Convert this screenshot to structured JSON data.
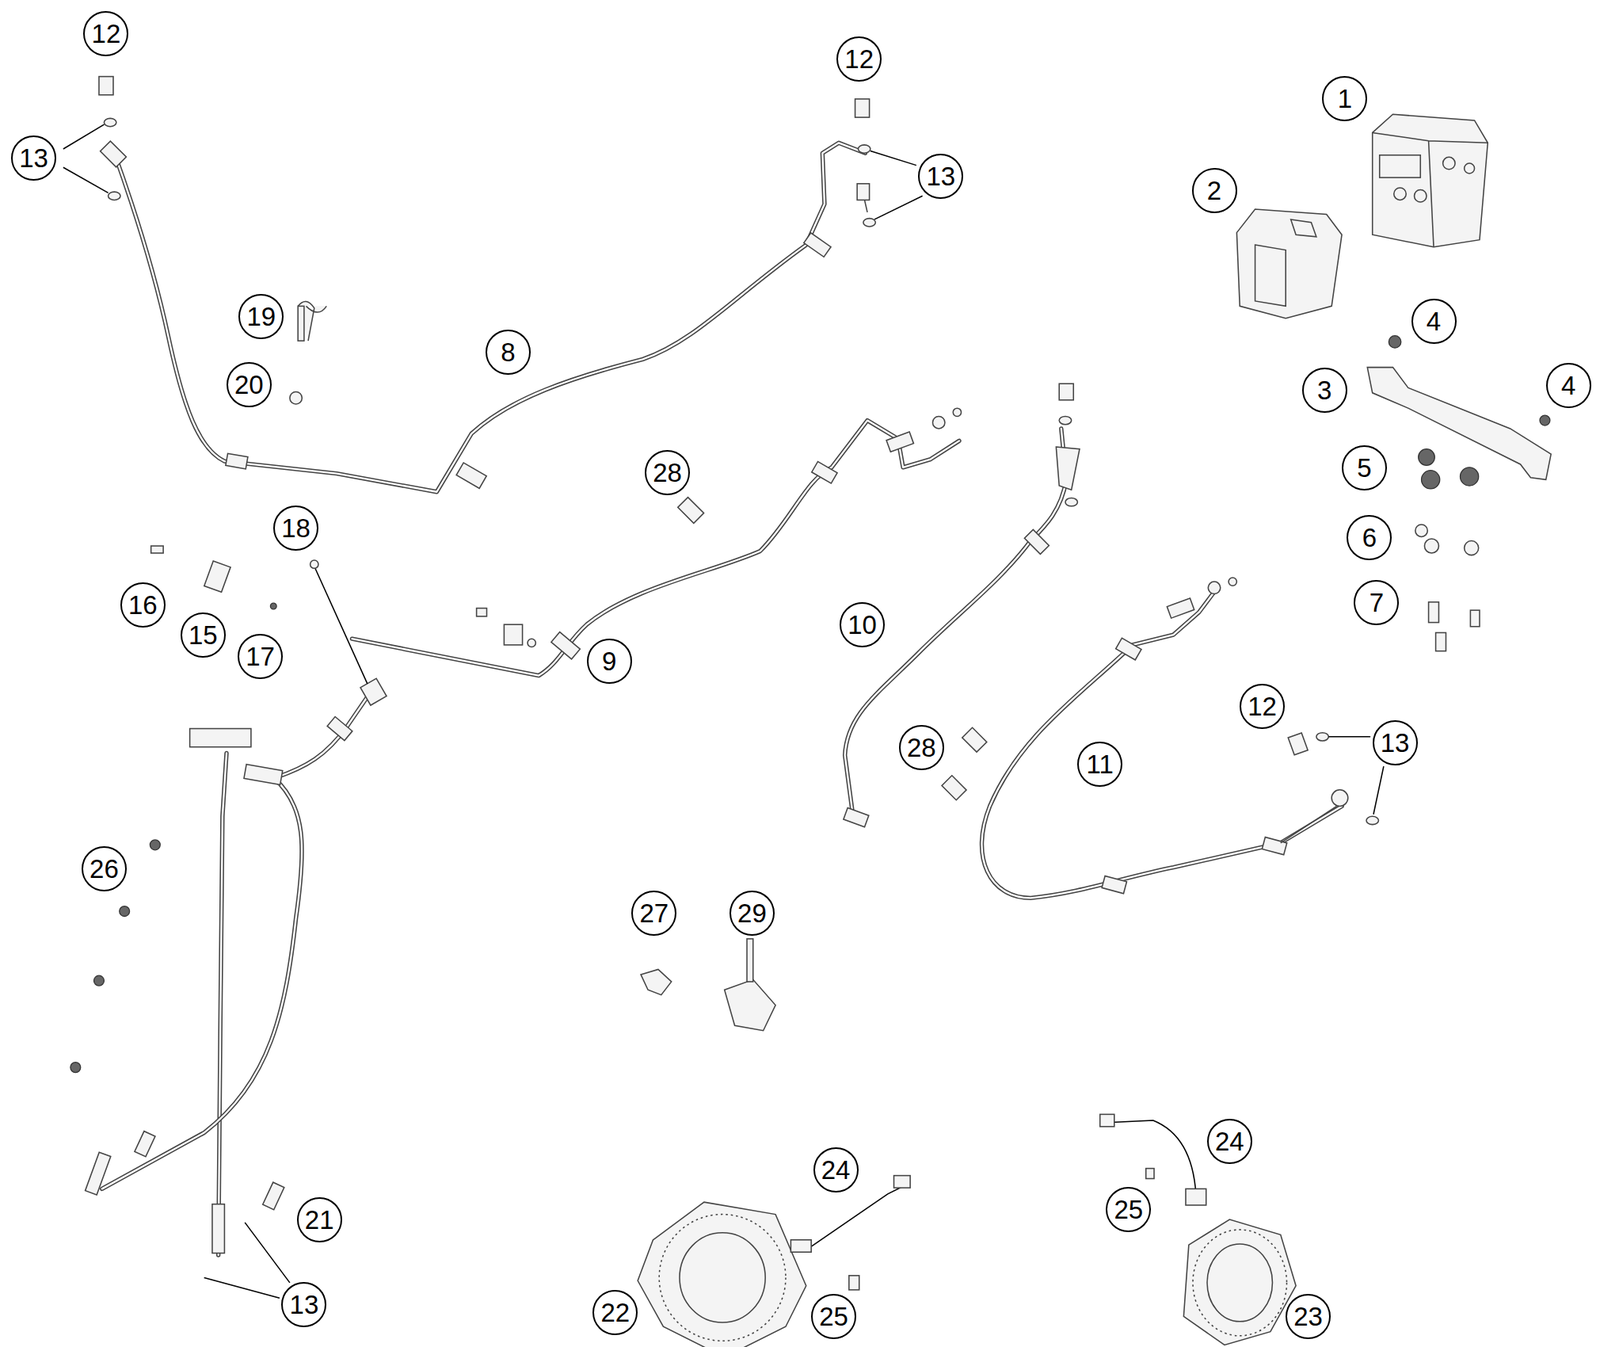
{
  "diagram": {
    "nodes": [
      {
        "text": [
          "12"
        ]
      },
      {
        "text": [
          "12"
        ]
      },
      {
        "text": [
          "1"
        ]
      },
      {
        "text": [
          "13"
        ]
      },
      {
        "text": [
          "13"
        ]
      },
      {
        "text": [
          "2"
        ]
      },
      {
        "text": [
          "19"
        ]
      },
      {
        "text": [
          "4"
        ]
      },
      {
        "text": [
          "8"
        ]
      },
      {
        "text": [
          "20"
        ]
      },
      {
        "text": [
          "4"
        ]
      },
      {
        "text": [
          "3"
        ]
      },
      {
        "text": [
          "5"
        ]
      },
      {
        "text": [
          "28"
        ]
      },
      {
        "text": [
          "18"
        ]
      },
      {
        "text": [
          "6"
        ]
      },
      {
        "text": [
          "7"
        ]
      },
      {
        "text": [
          "16"
        ]
      },
      {
        "text": [
          "10"
        ]
      },
      {
        "text": [
          "15"
        ]
      },
      {
        "text": [
          "17"
        ]
      },
      {
        "text": [
          "9"
        ]
      },
      {
        "text": [
          "12"
        ]
      },
      {
        "text": [
          "13"
        ]
      },
      {
        "text": [
          "28"
        ]
      },
      {
        "text": [
          "11"
        ]
      },
      {
        "text": [
          "26"
        ]
      },
      {
        "text": [
          "27"
        ]
      },
      {
        "text": [
          "29"
        ]
      },
      {
        "text": [
          "24"
        ]
      },
      {
        "text": [
          "24"
        ]
      },
      {
        "text": [
          "25"
        ]
      },
      {
        "text": [
          "21"
        ]
      },
      {
        "text": [
          "13"
        ]
      },
      {
        "text": [
          "22"
        ]
      },
      {
        "text": [
          "25"
        ]
      },
      {
        "text": [
          "23"
        ]
      }
    ]
  }
}
